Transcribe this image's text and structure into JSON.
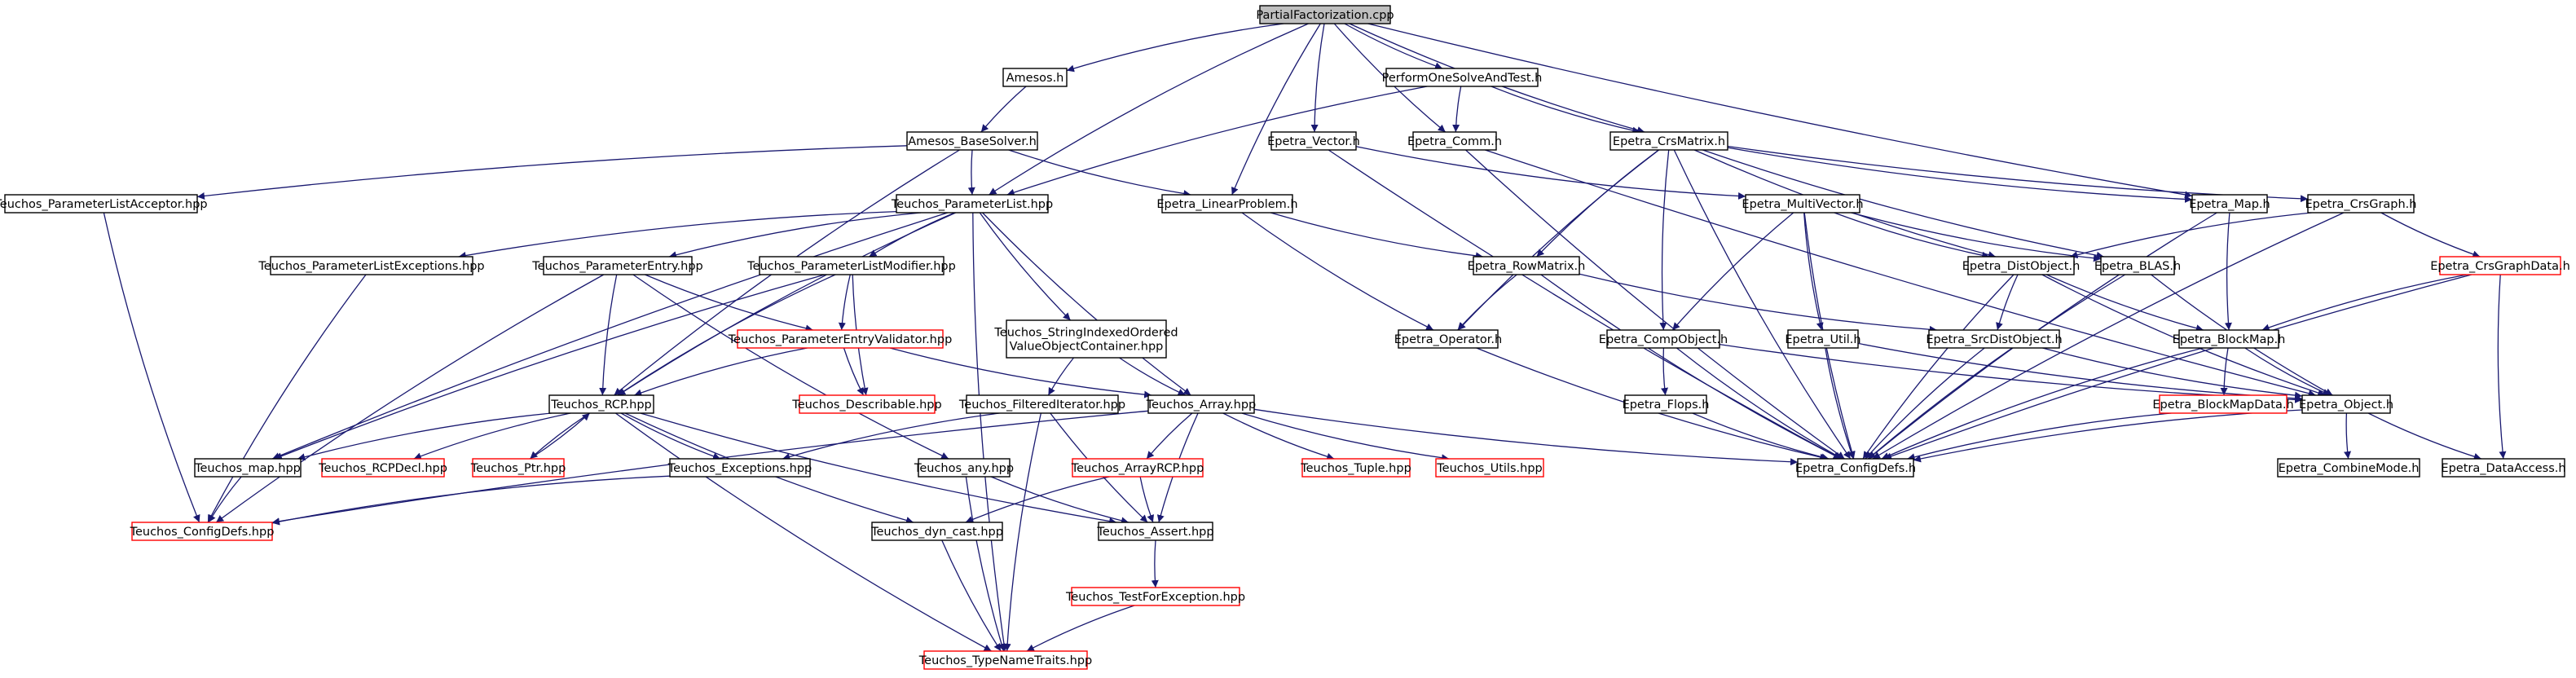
{
  "graph": {
    "colors": {
      "edge": "#191970",
      "border_normal": "#000000",
      "border_missing": "#ff0000",
      "root_fill": "#bfbfbf",
      "node_fill": "#ffffff"
    },
    "nodes": [
      {
        "id": "root",
        "label": "PartialFactorization.cpp",
        "kind": "root"
      },
      {
        "id": "amesos_h",
        "label": "Amesos.h",
        "kind": "normal"
      },
      {
        "id": "perform",
        "label": "PerformOneSolveAndTest.h",
        "kind": "normal"
      },
      {
        "id": "amesos_base",
        "label": "Amesos_BaseSolver.h",
        "kind": "normal"
      },
      {
        "id": "epetra_vector",
        "label": "Epetra_Vector.h",
        "kind": "normal"
      },
      {
        "id": "epetra_comm",
        "label": "Epetra_Comm.h",
        "kind": "normal"
      },
      {
        "id": "epetra_crsmatrix",
        "label": "Epetra_CrsMatrix.h",
        "kind": "normal"
      },
      {
        "id": "pl_acceptor",
        "label": "Teuchos_ParameterListAcceptor.hpp",
        "kind": "normal"
      },
      {
        "id": "paramlist",
        "label": "Teuchos_ParameterList.hpp",
        "kind": "normal"
      },
      {
        "id": "linproblem",
        "label": "Epetra_LinearProblem.h",
        "kind": "normal"
      },
      {
        "id": "multivector",
        "label": "Epetra_MultiVector.h",
        "kind": "normal"
      },
      {
        "id": "epetra_map",
        "label": "Epetra_Map.h",
        "kind": "normal"
      },
      {
        "id": "crsgraph",
        "label": "Epetra_CrsGraph.h",
        "kind": "normal"
      },
      {
        "id": "pl_exceptions",
        "label": "Teuchos_ParameterListExceptions.hpp",
        "kind": "normal"
      },
      {
        "id": "paramentry",
        "label": "Teuchos_ParameterEntry.hpp",
        "kind": "normal"
      },
      {
        "id": "pl_modifier",
        "label": "Teuchos_ParameterListModifier.hpp",
        "kind": "normal"
      },
      {
        "id": "rowmatrix",
        "label": "Epetra_RowMatrix.h",
        "kind": "normal"
      },
      {
        "id": "distobject",
        "label": "Epetra_DistObject.h",
        "kind": "normal"
      },
      {
        "id": "blas",
        "label": "Epetra_BLAS.h",
        "kind": "normal"
      },
      {
        "id": "crsgraphdata",
        "label": "Epetra_CrsGraphData.h",
        "kind": "missing"
      },
      {
        "id": "stringindexed",
        "label": "Teuchos_StringIndexedOrdered\nValueObjectContainer.hpp",
        "kind": "normal"
      },
      {
        "id": "pe_validator",
        "label": "Teuchos_ParameterEntryValidator.hpp",
        "kind": "missing"
      },
      {
        "id": "operator",
        "label": "Epetra_Operator.h",
        "kind": "normal"
      },
      {
        "id": "compobject",
        "label": "Epetra_CompObject.h",
        "kind": "normal"
      },
      {
        "id": "util",
        "label": "Epetra_Util.h",
        "kind": "normal"
      },
      {
        "id": "srcdist",
        "label": "Epetra_SrcDistObject.h",
        "kind": "normal"
      },
      {
        "id": "blockmap",
        "label": "Epetra_BlockMap.h",
        "kind": "normal"
      },
      {
        "id": "rcp",
        "label": "Teuchos_RCP.hpp",
        "kind": "normal"
      },
      {
        "id": "describable",
        "label": "Teuchos_Describable.hpp",
        "kind": "missing"
      },
      {
        "id": "filtered",
        "label": "Teuchos_FilteredIterator.hpp",
        "kind": "normal"
      },
      {
        "id": "array",
        "label": "Teuchos_Array.hpp",
        "kind": "normal"
      },
      {
        "id": "flops",
        "label": "Epetra_Flops.h",
        "kind": "normal"
      },
      {
        "id": "blockmapdata",
        "label": "Epetra_BlockMapData.h",
        "kind": "missing"
      },
      {
        "id": "object",
        "label": "Epetra_Object.h",
        "kind": "normal"
      },
      {
        "id": "map_hpp",
        "label": "Teuchos_map.hpp",
        "kind": "normal"
      },
      {
        "id": "rcpdecl",
        "label": "Teuchos_RCPDecl.hpp",
        "kind": "missing"
      },
      {
        "id": "ptr",
        "label": "Teuchos_Ptr.hpp",
        "kind": "missing"
      },
      {
        "id": "exceptions",
        "label": "Teuchos_Exceptions.hpp",
        "kind": "normal"
      },
      {
        "id": "any",
        "label": "Teuchos_any.hpp",
        "kind": "normal"
      },
      {
        "id": "arrayrcp",
        "label": "Teuchos_ArrayRCP.hpp",
        "kind": "missing"
      },
      {
        "id": "tuple",
        "label": "Teuchos_Tuple.hpp",
        "kind": "missing"
      },
      {
        "id": "utils",
        "label": "Teuchos_Utils.hpp",
        "kind": "missing"
      },
      {
        "id": "configdefs",
        "label": "Epetra_ConfigDefs.h",
        "kind": "normal"
      },
      {
        "id": "combinemode",
        "label": "Epetra_CombineMode.h",
        "kind": "normal"
      },
      {
        "id": "dataaccess",
        "label": "Epetra_DataAccess.h",
        "kind": "normal"
      },
      {
        "id": "t_configdefs",
        "label": "Teuchos_ConfigDefs.hpp",
        "kind": "missing"
      },
      {
        "id": "dyncast",
        "label": "Teuchos_dyn_cast.hpp",
        "kind": "normal"
      },
      {
        "id": "assert",
        "label": "Teuchos_Assert.hpp",
        "kind": "normal"
      },
      {
        "id": "testforexc",
        "label": "Teuchos_TestForException.hpp",
        "kind": "missing"
      },
      {
        "id": "typenametraits",
        "label": "Teuchos_TypeNameTraits.hpp",
        "kind": "missing"
      }
    ],
    "edges": [
      [
        "root",
        "amesos_h"
      ],
      [
        "root",
        "perform"
      ],
      [
        "root",
        "paramlist"
      ],
      [
        "root",
        "linproblem"
      ],
      [
        "root",
        "epetra_vector"
      ],
      [
        "root",
        "epetra_comm"
      ],
      [
        "root",
        "epetra_crsmatrix"
      ],
      [
        "root",
        "epetra_map"
      ],
      [
        "amesos_h",
        "amesos_base"
      ],
      [
        "perform",
        "paramlist"
      ],
      [
        "perform",
        "epetra_comm"
      ],
      [
        "perform",
        "epetra_crsmatrix"
      ],
      [
        "amesos_base",
        "pl_acceptor"
      ],
      [
        "amesos_base",
        "paramlist"
      ],
      [
        "amesos_base",
        "linproblem"
      ],
      [
        "amesos_base",
        "rcp"
      ],
      [
        "epetra_vector",
        "multivector"
      ],
      [
        "epetra_vector",
        "configdefs"
      ],
      [
        "epetra_comm",
        "object"
      ],
      [
        "epetra_comm",
        "configdefs"
      ],
      [
        "epetra_crsmatrix",
        "epetra_map"
      ],
      [
        "epetra_crsmatrix",
        "crsgraph"
      ],
      [
        "epetra_crsmatrix",
        "distobject"
      ],
      [
        "epetra_crsmatrix",
        "blas"
      ],
      [
        "epetra_crsmatrix",
        "rowmatrix"
      ],
      [
        "epetra_crsmatrix",
        "operator"
      ],
      [
        "epetra_crsmatrix",
        "compobject"
      ],
      [
        "epetra_crsmatrix",
        "configdefs"
      ],
      [
        "pl_acceptor",
        "t_configdefs"
      ],
      [
        "paramlist",
        "pl_exceptions"
      ],
      [
        "paramlist",
        "paramentry"
      ],
      [
        "paramlist",
        "pl_modifier"
      ],
      [
        "paramlist",
        "stringindexed"
      ],
      [
        "paramlist",
        "rcp"
      ],
      [
        "paramlist",
        "array"
      ],
      [
        "paramlist",
        "map_hpp"
      ],
      [
        "paramlist",
        "typenametraits"
      ],
      [
        "linproblem",
        "rowmatrix"
      ],
      [
        "linproblem",
        "operator"
      ],
      [
        "multivector",
        "distobject"
      ],
      [
        "multivector",
        "blas"
      ],
      [
        "multivector",
        "compobject"
      ],
      [
        "multivector",
        "util"
      ],
      [
        "multivector",
        "configdefs"
      ],
      [
        "epetra_map",
        "blockmap"
      ],
      [
        "epetra_map",
        "configdefs"
      ],
      [
        "crsgraph",
        "distobject"
      ],
      [
        "crsgraph",
        "crsgraphdata"
      ],
      [
        "crsgraph",
        "configdefs"
      ],
      [
        "pl_exceptions",
        "t_configdefs"
      ],
      [
        "paramentry",
        "pe_validator"
      ],
      [
        "paramentry",
        "rcp"
      ],
      [
        "paramentry",
        "any"
      ],
      [
        "paramentry",
        "t_configdefs"
      ],
      [
        "pl_modifier",
        "pe_validator"
      ],
      [
        "pl_modifier",
        "rcp"
      ],
      [
        "pl_modifier",
        "describable"
      ],
      [
        "pl_modifier",
        "map_hpp"
      ],
      [
        "rowmatrix",
        "operator"
      ],
      [
        "rowmatrix",
        "srcdist"
      ],
      [
        "rowmatrix",
        "configdefs"
      ],
      [
        "distobject",
        "srcdist"
      ],
      [
        "distobject",
        "blockmap"
      ],
      [
        "distobject",
        "object"
      ],
      [
        "distobject",
        "configdefs"
      ],
      [
        "blas",
        "object"
      ],
      [
        "blas",
        "configdefs"
      ],
      [
        "crsgraphdata",
        "blockmap"
      ],
      [
        "crsgraphdata",
        "dataaccess"
      ],
      [
        "crsgraphdata",
        "configdefs"
      ],
      [
        "stringindexed",
        "filtered"
      ],
      [
        "stringindexed",
        "array"
      ],
      [
        "pe_validator",
        "rcp"
      ],
      [
        "pe_validator",
        "describable"
      ],
      [
        "pe_validator",
        "array"
      ],
      [
        "operator",
        "configdefs"
      ],
      [
        "compobject",
        "flops"
      ],
      [
        "compobject",
        "object"
      ],
      [
        "compobject",
        "configdefs"
      ],
      [
        "util",
        "object"
      ],
      [
        "util",
        "configdefs"
      ],
      [
        "srcdist",
        "object"
      ],
      [
        "srcdist",
        "configdefs"
      ],
      [
        "blockmap",
        "blockmapdata"
      ],
      [
        "blockmap",
        "object"
      ],
      [
        "blockmap",
        "configdefs"
      ],
      [
        "rcp",
        "map_hpp"
      ],
      [
        "rcp",
        "rcpdecl"
      ],
      [
        "rcp",
        "ptr"
      ],
      [
        "rcp",
        "exceptions"
      ],
      [
        "rcp",
        "dyncast"
      ],
      [
        "rcp",
        "assert"
      ],
      [
        "rcp",
        "typenametraits"
      ],
      [
        "filtered",
        "exceptions"
      ],
      [
        "filtered",
        "assert"
      ],
      [
        "filtered",
        "typenametraits"
      ],
      [
        "array",
        "arrayrcp"
      ],
      [
        "array",
        "tuple"
      ],
      [
        "array",
        "utils"
      ],
      [
        "array",
        "assert"
      ],
      [
        "array",
        "t_configdefs"
      ],
      [
        "array",
        "configdefs"
      ],
      [
        "flops",
        "configdefs"
      ],
      [
        "blockmapdata",
        "configdefs"
      ],
      [
        "object",
        "combinemode"
      ],
      [
        "object",
        "dataaccess"
      ],
      [
        "object",
        "configdefs"
      ],
      [
        "map_hpp",
        "t_configdefs"
      ],
      [
        "ptr",
        "rcp"
      ],
      [
        "exceptions",
        "t_configdefs"
      ],
      [
        "any",
        "assert"
      ],
      [
        "any",
        "typenametraits"
      ],
      [
        "arrayrcp",
        "dyncast"
      ],
      [
        "arrayrcp",
        "assert"
      ],
      [
        "dyncast",
        "typenametraits"
      ],
      [
        "assert",
        "testforexc"
      ],
      [
        "testforexc",
        "typenametraits"
      ]
    ]
  }
}
